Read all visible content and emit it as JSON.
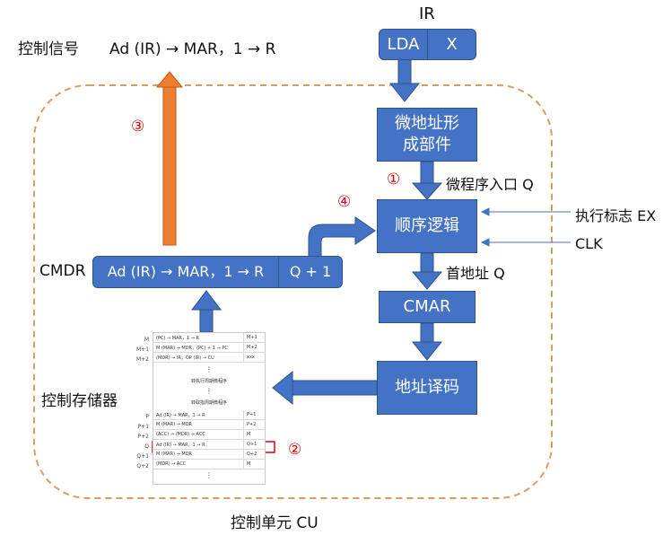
{
  "title": "控制单元 CU",
  "labels": {
    "ir": "IR",
    "control_signal": "控制信号",
    "control_signal_value": "Ad (IR) → MAR，1 → R",
    "cmdr": "CMDR",
    "control_memory": "控制存储器",
    "entry": "微程序入口 Q",
    "first_addr": "首地址 Q",
    "exec_flag": "执行标志 EX",
    "clk": "CLK"
  },
  "ir_fields": [
    "LDA",
    "X"
  ],
  "boxes": {
    "micro_addr_gen": "微地址形\n成部件",
    "sequence_logic": "顺序逻辑",
    "cmar": "CMAR",
    "addr_decode": "地址译码",
    "cmdr_main": "Ad (IR) → MAR，1 → R",
    "cmdr_next": "Q + 1"
  },
  "steps": [
    "①",
    "②",
    "③",
    "④"
  ],
  "memory": {
    "rows_top": [
      {
        "addr": "M",
        "op": "(PC) → MAR，1 → R",
        "next": "M+1"
      },
      {
        "addr": "M+1",
        "op": "M (MAR) → MDR，(PC) + 1 → PC",
        "next": "M+2"
      },
      {
        "addr": "M+2",
        "op": "(MDR) → IR，OP (IR) → CU",
        "next": "xxx"
      }
    ],
    "mid1": "转执行周期微程序",
    "mid2": "转取指周期微程序",
    "rows_bottom": [
      {
        "addr": "P",
        "op": "Ad (IR) → MAR，1 → R",
        "next": "P+1"
      },
      {
        "addr": "P+1",
        "op": "M (MAR) → MDR",
        "next": "P+2"
      },
      {
        "addr": "P+2",
        "op": "(ACC) → (MDR) → ACC",
        "next": "M"
      },
      {
        "addr": "Q",
        "op": "Ad (IR) → MAR，1 → R",
        "next": "Q+1"
      },
      {
        "addr": "Q+1",
        "op": "M (MAR) → MDR",
        "next": "Q+2"
      },
      {
        "addr": "Q+2",
        "op": "(MDR) → ACC",
        "next": "M"
      }
    ],
    "ellipsis": "⋮"
  },
  "colors": {
    "box_fill": "#4472c4",
    "box_border": "#2f528f",
    "orange_arrow": "#ed7d31",
    "dashed_border": "#e39a5a",
    "highlight": "#e00000"
  }
}
